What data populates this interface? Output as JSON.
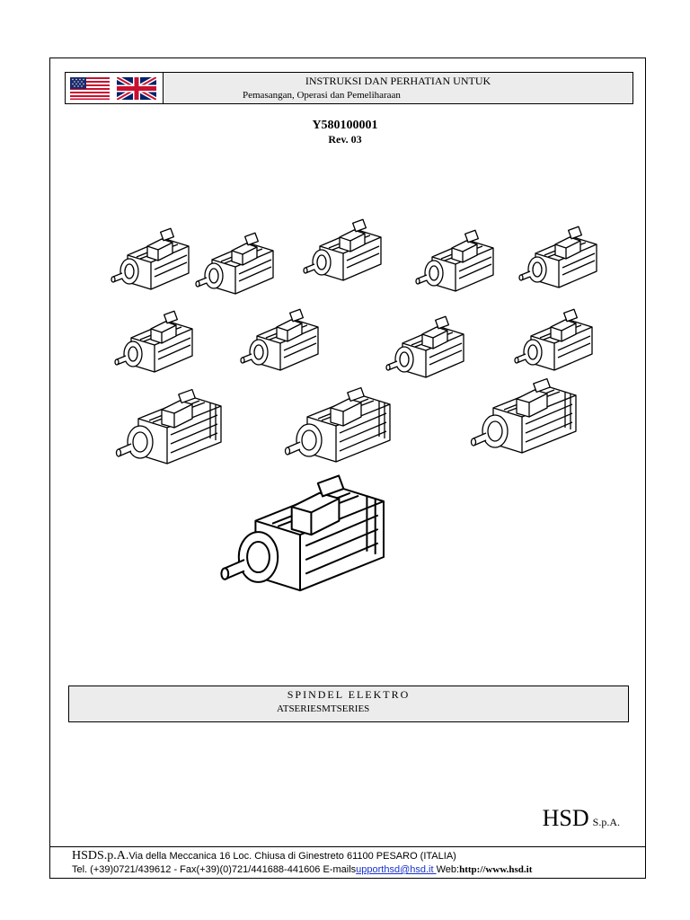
{
  "header": {
    "title": "INSTRUKSI DAN PERHATIAN UNTUK",
    "subtitle": "Pemasangan, Operasi dan Pemeliharaan",
    "flags": [
      "us-flag-icon",
      "uk-flag-icon"
    ]
  },
  "document": {
    "code": "Y580100001",
    "revision": "Rev. 03"
  },
  "illustration": {
    "icon": "electro-spindle-drawings"
  },
  "product": {
    "title": "SPINDEL ELEKTRO",
    "series": "ATSERIESMTSERIES"
  },
  "brand": {
    "name": "HSD",
    "suffix": "S.p.A."
  },
  "footer": {
    "company": "HSDS.p.A.",
    "address": "Via della Meccanica 16 Loc. Chiusa di Ginestreto 61100 PESARO (ITALIA)",
    "contact_prefix": "Tel. (+39)0721/439612 - Fax(+39)(0)721/441688-441606 E-mails",
    "email": "upporthsd@hsd.it ",
    "web_label": "Web:",
    "web_url": "http://www.hsd.it"
  },
  "colors": {
    "link": "#1a33cc",
    "box_fill": "#ececec"
  }
}
